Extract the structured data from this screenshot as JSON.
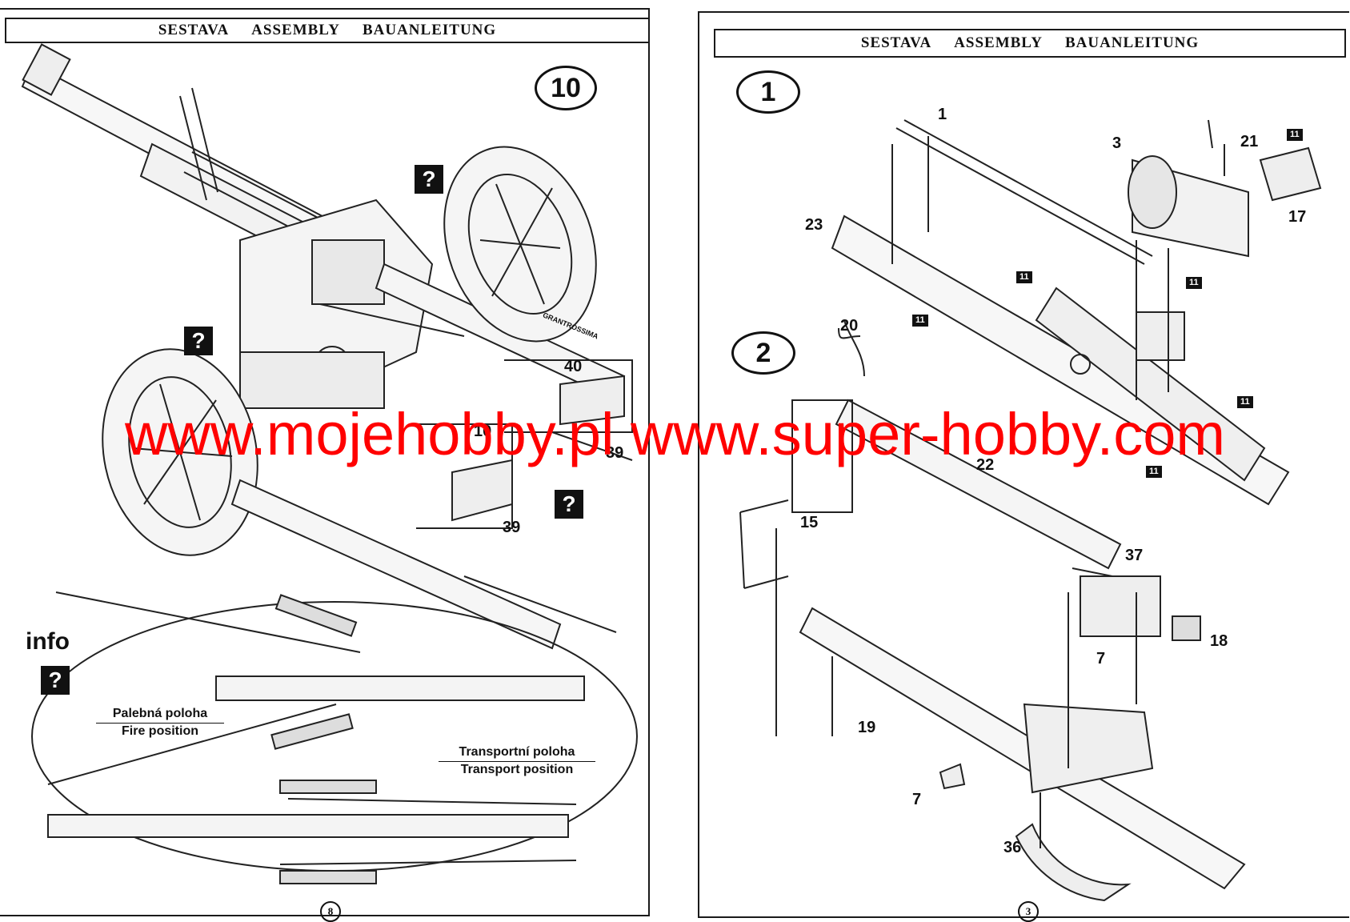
{
  "left_page": {
    "header": {
      "a": "SESTAVA",
      "b": "ASSEMBLY",
      "c": "BAUANLEITUNG"
    },
    "step": "10",
    "part_numbers": {
      "p40": "40",
      "p10": "10",
      "p39a": "39",
      "p39b": "39"
    },
    "wheel_text": "GRANTROSSIMA",
    "question_mark": "?",
    "info": {
      "label": "info",
      "fire_cz": "Palebná poloha",
      "fire_en": "Fire position",
      "transport_cz": "Transportní poloha",
      "transport_en": "Transport position"
    },
    "page_number": "8"
  },
  "right_page": {
    "header": {
      "a": "SESTAVA",
      "b": "ASSEMBLY",
      "c": "BAUANLEITUNG"
    },
    "step1": "1",
    "step2": "2",
    "parts": {
      "p1": "1",
      "p3": "3",
      "p21": "21",
      "p17": "17",
      "p23": "23",
      "p20": "20",
      "p22": "22",
      "p15": "15",
      "p37": "37",
      "p18": "18",
      "p7a": "7",
      "p7b": "7",
      "p19": "19",
      "p36": "36"
    },
    "badge": "11",
    "page_number": "3"
  },
  "watermark": "www.mojehobby.pl www.super-hobby.com",
  "colors": {
    "watermark": "#ff0000",
    "ink": "#111111"
  }
}
